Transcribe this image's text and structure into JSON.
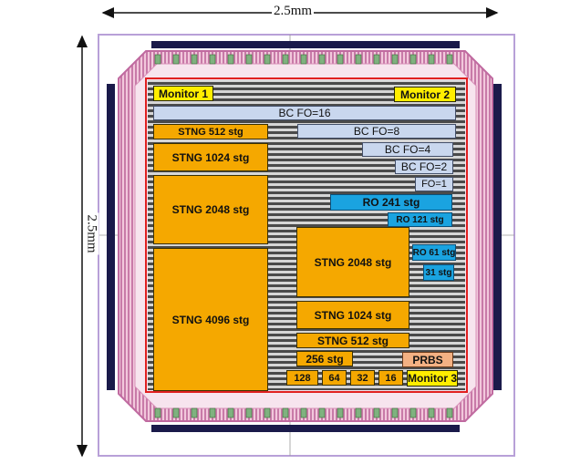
{
  "dimensions": {
    "width_label": "2.5mm",
    "height_label": "2.5mm"
  },
  "monitors": {
    "m1": "Monitor 1",
    "m2": "Monitor 2",
    "m3": "Monitor 3"
  },
  "bc": {
    "fo16": "BC FO=16",
    "fo8": "BC FO=8",
    "fo4": "BC FO=4",
    "fo2": "BC FO=2",
    "fo1": "FO=1"
  },
  "ro": {
    "ro241": "RO 241 stg",
    "ro121": "RO 121 stg",
    "ro61": "RO 61 stg",
    "ro31": "31 stg"
  },
  "stng": {
    "s512a": "STNG 512 stg",
    "s1024a": "STNG 1024 stg",
    "s2048a": "STNG 2048 stg",
    "s4096": "STNG 4096 stg",
    "s2048b": "STNG 2048 stg",
    "s1024b": "STNG 1024 stg",
    "s512b": "STNG 512 stg",
    "s256": "256 stg"
  },
  "small": {
    "n128": "128",
    "n64": "64",
    "n32": "32",
    "n16": "16"
  },
  "prbs": "PRBS",
  "colors": {
    "stng": "#f5a800",
    "bc": "#c9d7ee",
    "ro": "#1aa3e0",
    "monitor": "#ffee00",
    "prbs": "#f4b183",
    "pad_ring": "#e0a8c8",
    "core_border": "#e02020",
    "pad_bar": "#1a1a4a"
  }
}
